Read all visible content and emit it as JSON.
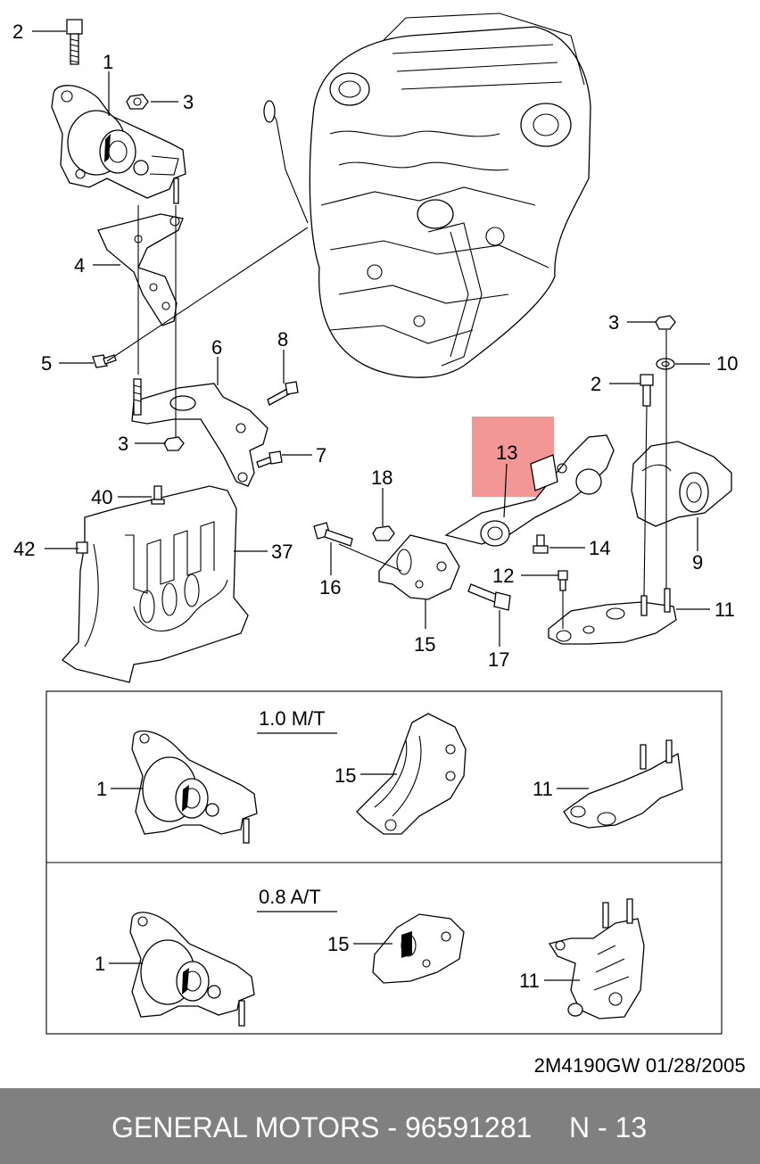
{
  "callouts": {
    "c2a": "2",
    "c1a": "1",
    "c3a": "3",
    "c4": "4",
    "c5": "5",
    "c6": "6",
    "c8": "8",
    "c3b": "3",
    "c7": "7",
    "c40": "40",
    "c42": "42",
    "c37": "37",
    "c18": "18",
    "c16": "16",
    "c15": "15",
    "c17": "17",
    "c12": "12",
    "c14": "14",
    "c13": "13",
    "c3c": "3",
    "c10": "10",
    "c2b": "2",
    "c9": "9",
    "c11": "11",
    "s1_1": "1",
    "s1_15": "15",
    "s1_11": "11",
    "s2_1": "1",
    "s2_15": "15",
    "s2_11": "11"
  },
  "variants": {
    "mt_label": "1.0 M/T",
    "at_label": "0.8 A/T"
  },
  "highlight": {
    "part_number": "13",
    "color": "#f28b8b"
  },
  "doc_code": "2M4190GW  01/28/2005",
  "footer": {
    "left": "GENERAL MOTORS - 96591281",
    "right": "N - 13",
    "background": "#808080"
  }
}
